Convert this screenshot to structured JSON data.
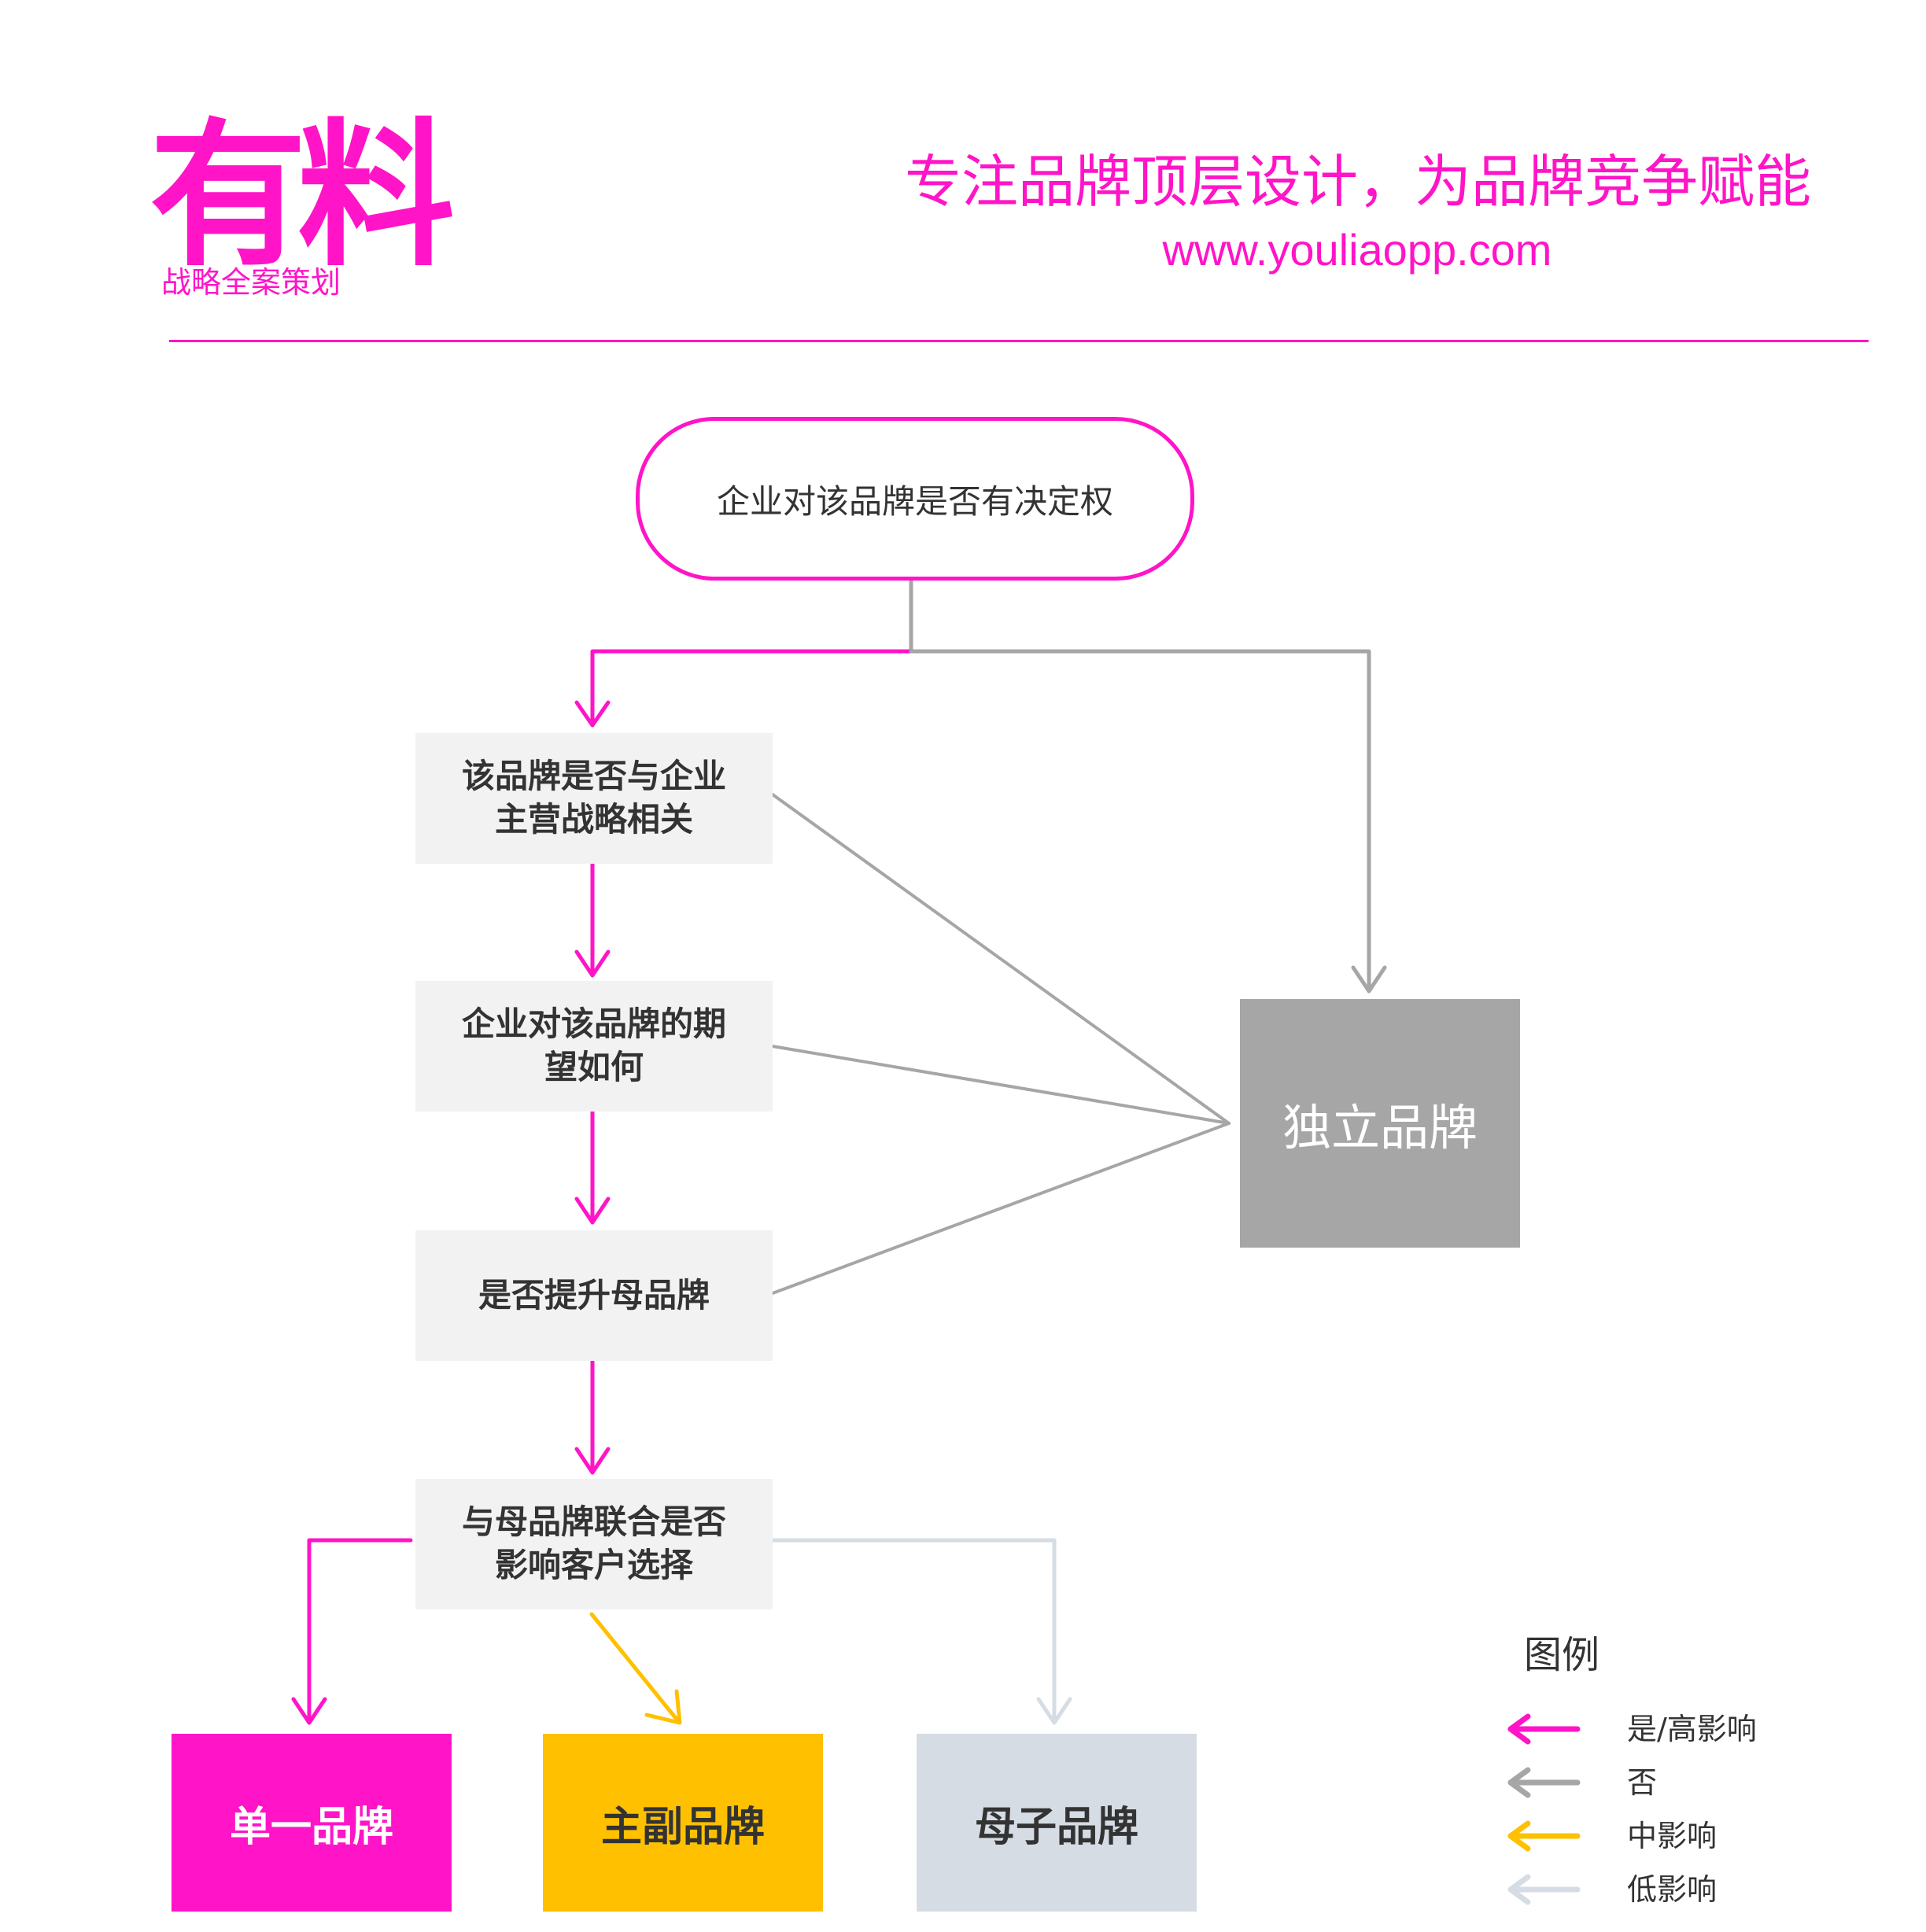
{
  "header": {
    "logo": "有料",
    "logo_subtitle": "战略全案策划",
    "slogan": "专注品牌顶层设计，为品牌竞争赋能",
    "website": "www.youliaopp.com"
  },
  "flowchart": {
    "start": "企业对该品牌是否有决定权",
    "q1": [
      "该品牌是否与企业",
      "主营战略相关"
    ],
    "q2": [
      "企业对该品牌的期",
      "望如何"
    ],
    "q3": [
      "是否提升母品牌"
    ],
    "q4": [
      "与母品牌联合是否",
      "影响客户选择"
    ],
    "independent": "独立品牌",
    "results": {
      "single": "单一品牌",
      "main_sub": "主副品牌",
      "parent_child": "母子品牌"
    }
  },
  "legend": {
    "title": "图例",
    "items": [
      {
        "label": "是/高影响",
        "color": "#ff14c8"
      },
      {
        "label": "否",
        "color": "#a6a6a6"
      },
      {
        "label": "中影响",
        "color": "#ffc000"
      },
      {
        "label": "低影响",
        "color": "#d6dce4"
      }
    ]
  },
  "colors": {
    "brand": "#ff14c8",
    "no": "#a6a6a6",
    "medium": "#ffc000",
    "low": "#d6dce4"
  }
}
